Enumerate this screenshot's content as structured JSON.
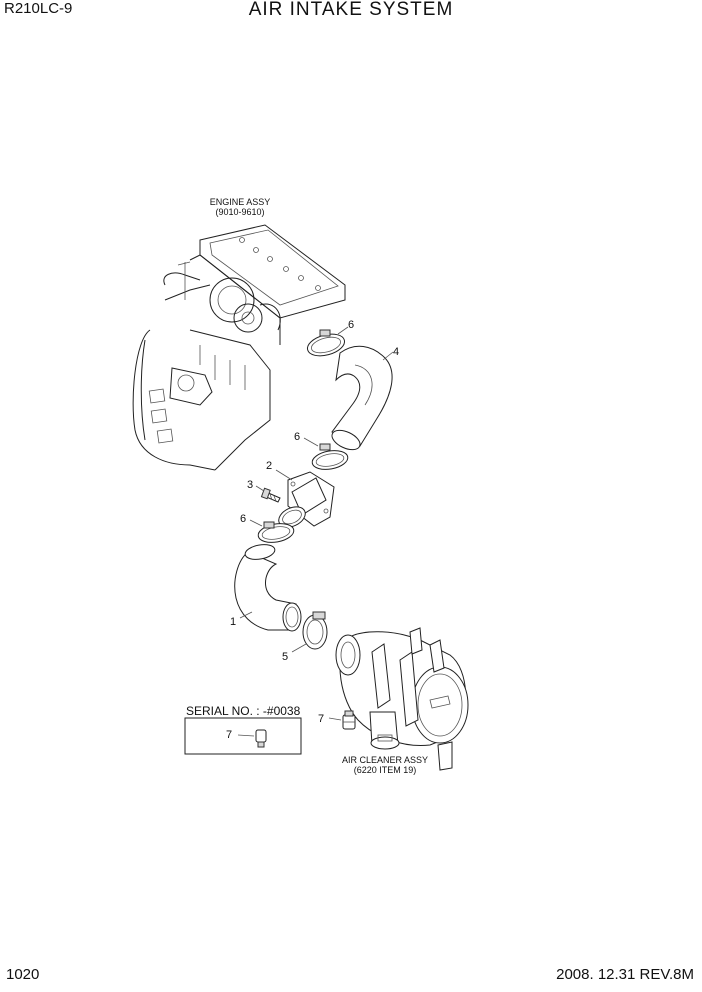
{
  "header": {
    "model": "R210LC-9",
    "title": "AIR INTAKE SYSTEM"
  },
  "footer": {
    "page": "1020",
    "date_rev": "2008. 12.31  REV.8M"
  },
  "references": {
    "engine": {
      "line1": "ENGINE ASSY",
      "line2": "(9010-9610)"
    },
    "air_cleaner": {
      "line1": "AIR CLEANER ASSY",
      "line2": "(6220 ITEM 19)"
    }
  },
  "serial_box": {
    "text": "SERIAL NO. : -#0038",
    "item": "7"
  },
  "callouts": {
    "c1": "1",
    "c2": "2",
    "c3": "3",
    "c4": "4",
    "c5": "5",
    "c6a": "6",
    "c6b": "6",
    "c6c": "6",
    "c7": "7"
  }
}
